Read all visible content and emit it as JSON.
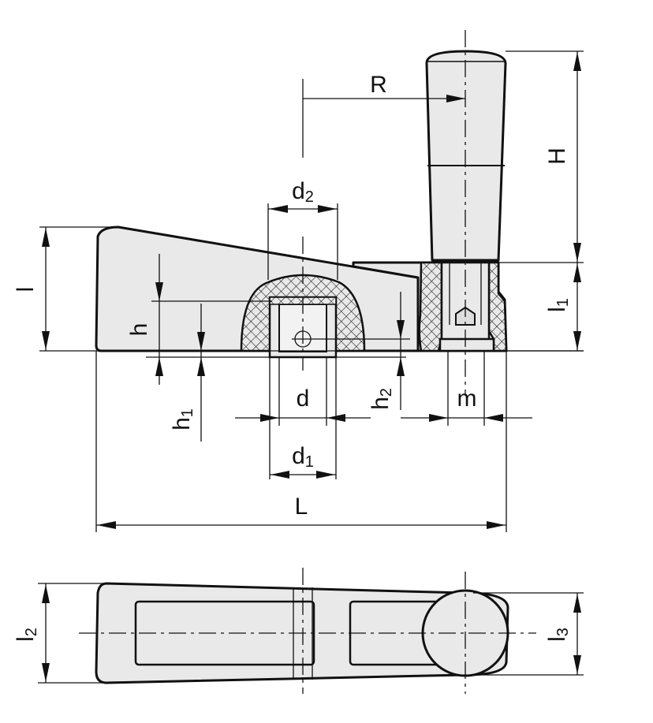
{
  "dimensions": {
    "R": {
      "main": "R",
      "sub": ""
    },
    "H": {
      "main": "H",
      "sub": ""
    },
    "d2": {
      "main": "d",
      "sub": "2"
    },
    "l": {
      "main": "l",
      "sub": ""
    },
    "h": {
      "main": "h",
      "sub": ""
    },
    "h1": {
      "main": "h",
      "sub": "1"
    },
    "d": {
      "main": "d",
      "sub": ""
    },
    "h2": {
      "main": "h",
      "sub": "2"
    },
    "m": {
      "main": "m",
      "sub": ""
    },
    "l1": {
      "main": "l",
      "sub": "1"
    },
    "d1": {
      "main": "d",
      "sub": "1"
    },
    "L": {
      "main": "L",
      "sub": ""
    },
    "l2": {
      "main": "l",
      "sub": "2"
    },
    "l3": {
      "main": "l",
      "sub": "3"
    }
  },
  "colors": {
    "part_fill": "#e9e9e9",
    "line": "#111111",
    "background": "#ffffff"
  }
}
